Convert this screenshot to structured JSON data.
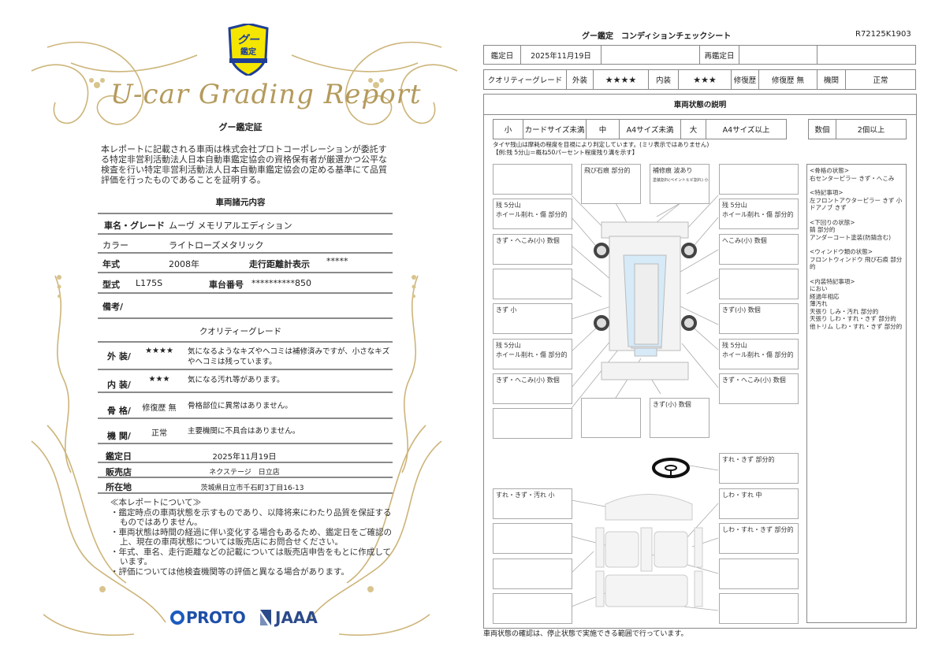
{
  "certificate": {
    "logo_text": [
      "グー",
      "鑑定"
    ],
    "script_title": "U-car Grading Report",
    "heading": "グー鑑定証",
    "statement": "本レポートに記載される車両は株式会社プロトコーポレーションが委託する特定非営利活動法人日本自動車鑑定協会の資格保有者が厳選かつ公平な検査を行い特定非営利活動法人日本自動車鑑定協会の定める基準にて品質評価を行ったものであることを証明する。",
    "spec_heading": "車両諸元内容",
    "specs": {
      "name_label": "車名・グレード",
      "name_value": "ムーヴ メモリアルエディション",
      "color_label": "カラー",
      "color_value": "ライトローズメタリック",
      "year_label": "年式",
      "year_value": "2008年",
      "odometer_label": "走行距離計表示",
      "odometer_value": "*****",
      "model_label": "型式",
      "model_value": "L175S",
      "chassis_label": "車台番号",
      "chassis_value": "**********850",
      "remarks_label": "備考/"
    },
    "grade_heading": "クオリティーグレード",
    "grades": [
      {
        "label": "外 装/",
        "value": "★★★★",
        "desc": "気になるようなキズやヘコミは補修済みですが、小さなキズやヘコミは残っています。"
      },
      {
        "label": "内 装/",
        "value": "★★★",
        "desc": "気になる汚れ等があります。"
      },
      {
        "label": "骨 格/",
        "value": "修復歴 無",
        "desc": "骨格部位に異常はありません。"
      },
      {
        "label": "機 関/",
        "value": "正常",
        "desc": "主要機関に不具合はありません。"
      }
    ],
    "info": {
      "date_label": "鑑定日",
      "date_value": "2025年11月19日",
      "shop_label": "販売店",
      "shop_value": "ネクステージ　日立店",
      "address_label": "所在地",
      "address_value": "茨城県日立市千石町3丁目16-13"
    },
    "notes_heading": "≪本レポートについて≫",
    "notes": [
      "・鑑定時点の車両状態を示すものであり、以降将来にわたり品質を保証するものではありません。",
      "・車両状態は時間の経過に伴い変化する場合もあるため、鑑定日をご確認の上、現在の車両状態については販売店にお問合せください。",
      "・年式、車名、走行距離などの記載については販売店申告をもとに作成しています。",
      "・評価については他検査機関等の評価と異なる場合があります。"
    ],
    "logos": {
      "proto": "PROTO",
      "jaaa": "JAAA"
    }
  },
  "sheet": {
    "title": "グー鑑定　コンディションチェックシート",
    "report_id": "R72125K1903",
    "row1": {
      "date_label": "鑑定日",
      "date_value": "2025年11月19日",
      "redate_label": "再鑑定日"
    },
    "row2": {
      "grade_label": "クオリティーグレード",
      "ext_label": "外装",
      "ext_value": "★★★★",
      "int_label": "内装",
      "int_value": "★★★",
      "repair_label": "修復歴",
      "repair_value": "修復歴 無",
      "engine_label": "機関",
      "engine_value": "正常"
    },
    "section_title": "車両状態の説明",
    "legend": [
      "小",
      "カードサイズ未満",
      "中",
      "A4サイズ未満",
      "大",
      "A4サイズ以上"
    ],
    "legend_count": [
      "数個",
      "2個以上"
    ],
    "tire_note": [
      "タイヤ残山は摩耗の程度を目視により判定しています。(ミリ表示ではありません)",
      "【例:残 5分山＝概ね50パーセント程度残り溝を示す】"
    ],
    "exterior": {
      "left": [
        [],
        [
          "残 5分山",
          "ホイール削れ・傷 部分的"
        ],
        [
          "きず・へこみ(小) 数個"
        ],
        [],
        [
          "きず 小"
        ],
        [
          "残 5分山",
          "ホイール削れ・傷 部分的"
        ],
        [
          "きず・へこみ(小) 数個"
        ],
        []
      ],
      "top": [
        [
          "飛び石痕 部分的"
        ],
        [
          "補修痕 波あり",
          "塗装割れ(ペイントヒビ割れ) 小"
        ]
      ],
      "right": [
        [],
        [
          "残 5分山",
          "ホイール削れ・傷 部分的"
        ],
        [
          "へこみ(小) 数個"
        ],
        [],
        [
          "きず(小) 数個"
        ],
        [
          "残 5分山",
          "ホイール削れ・傷 部分的"
        ],
        [
          "きず・へこみ(小) 数個"
        ]
      ],
      "bottom": [
        [],
        [
          "きず(小) 数個"
        ]
      ]
    },
    "interior": {
      "right": [
        [
          "すれ・きず 部分的"
        ],
        [
          "しわ・すれ 中"
        ],
        [
          "しわ・すれ・きず 部分的"
        ],
        [],
        []
      ],
      "left": [
        [
          "すれ・きず・汚れ 小"
        ],
        [],
        [],
        []
      ]
    },
    "notes": [
      [
        "<骨格の状態>",
        "右センターピラー きず・へこみ"
      ],
      [
        "<特記事項>",
        "左フロントアウターピラー きず 小",
        "ドアノブ きず"
      ],
      [
        "<下回りの状態>",
        "錆 部分的",
        "アンダーコート塗装(防錆含む)"
      ],
      [
        "<ウィンドウ類の状態>",
        "フロントウィンドウ 飛び石痕 部分的"
      ],
      [
        "<内装特記事項>",
        "におい",
        "経過年相応",
        "薄汚れ",
        "天張り しみ・汚れ 部分的",
        "天張り しわ・すれ・きず 部分的",
        "他トリム しわ・すれ・きず 部分的"
      ]
    ],
    "footer": "車両状態の確認は、停止状態で実施できる範囲で行っています。"
  }
}
